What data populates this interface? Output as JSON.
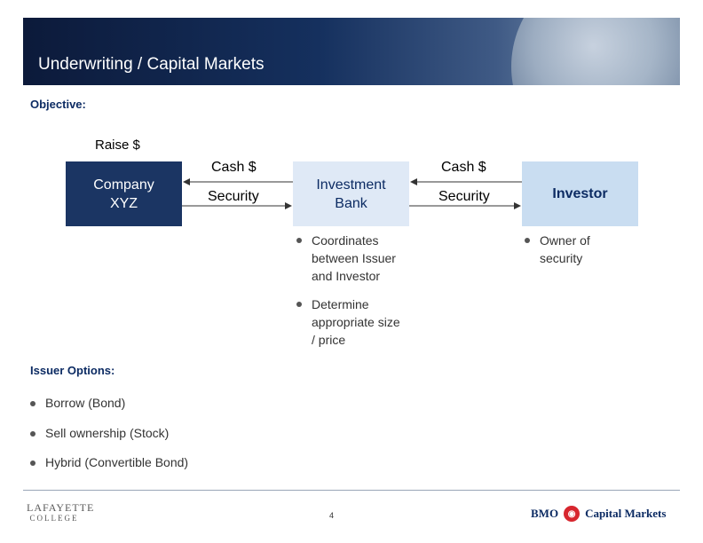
{
  "header": {
    "title": "Underwriting / Capital Markets"
  },
  "objective_label": "Objective:",
  "raise_label": "Raise $",
  "boxes": {
    "company": "Company XYZ",
    "bank": "Investment Bank",
    "investor": "Investor"
  },
  "flows": {
    "left_cash": "Cash $",
    "left_security": "Security",
    "right_cash": "Cash $",
    "right_security": "Security"
  },
  "bank_bullets": [
    "Coordinates between Issuer and Investor",
    "Determine appropriate size / price"
  ],
  "investor_bullets": [
    "Owner of security"
  ],
  "issuer_options": {
    "heading": "Issuer Options:",
    "items": [
      "Borrow (Bond)",
      "Sell ownership (Stock)",
      "Hybrid (Convertible Bond)"
    ]
  },
  "footer": {
    "left_logo_line1": "LAFAYETTE",
    "left_logo_line2": "COLLEGE",
    "page_number": "4",
    "right_logo_bmo": "BMO",
    "right_logo_text": "Capital Markets"
  },
  "colors": {
    "navy": "#1b3563",
    "light_blue": "#dfe9f6",
    "investor_blue": "#c9ddf1",
    "heading_blue": "#0c2b63"
  },
  "icons": {
    "bullet": "bullet-dot",
    "bmo": "bmo-roundel-icon"
  }
}
